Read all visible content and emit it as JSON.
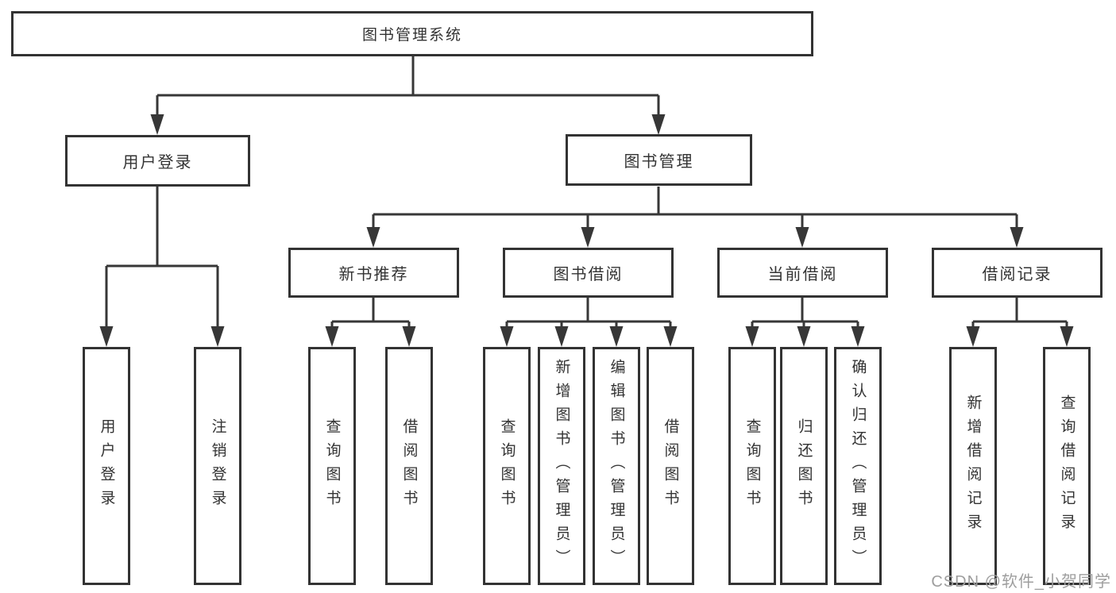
{
  "diagram": {
    "root": {
      "label": "图书管理系统"
    },
    "level2": [
      {
        "label": "用户登录"
      },
      {
        "label": "图书管理"
      }
    ],
    "level3": [
      {
        "label": "新书推荐",
        "parent": "图书管理"
      },
      {
        "label": "图书借阅",
        "parent": "图书管理"
      },
      {
        "label": "当前借阅",
        "parent": "图书管理"
      },
      {
        "label": "借阅记录",
        "parent": "图书管理"
      }
    ],
    "leaves": [
      {
        "label": "用户登录",
        "parent": "用户登录"
      },
      {
        "label": "注销登录",
        "parent": "用户登录"
      },
      {
        "label": "查询图书",
        "parent": "新书推荐"
      },
      {
        "label": "借阅图书",
        "parent": "新书推荐"
      },
      {
        "label": "查询图书",
        "parent": "图书借阅"
      },
      {
        "label": "新增图书（管理员）",
        "parent": "图书借阅"
      },
      {
        "label": "编辑图书（管理员）",
        "parent": "图书借阅"
      },
      {
        "label": "借阅图书",
        "parent": "图书借阅"
      },
      {
        "label": "查询图书",
        "parent": "当前借阅"
      },
      {
        "label": "归还图书",
        "parent": "当前借阅"
      },
      {
        "label": "确认归还（管理员）",
        "parent": "当前借阅"
      },
      {
        "label": "新增借阅记录",
        "parent": "借阅记录"
      },
      {
        "label": "查询借阅记录",
        "parent": "借阅记录"
      }
    ]
  },
  "watermark": {
    "text": "CSDN @软件_小贺同学"
  },
  "colors": {
    "line": "#373737",
    "box_border": "#333333",
    "text": "#333333",
    "background": "#ffffff",
    "watermark": "#9e9e9e"
  }
}
